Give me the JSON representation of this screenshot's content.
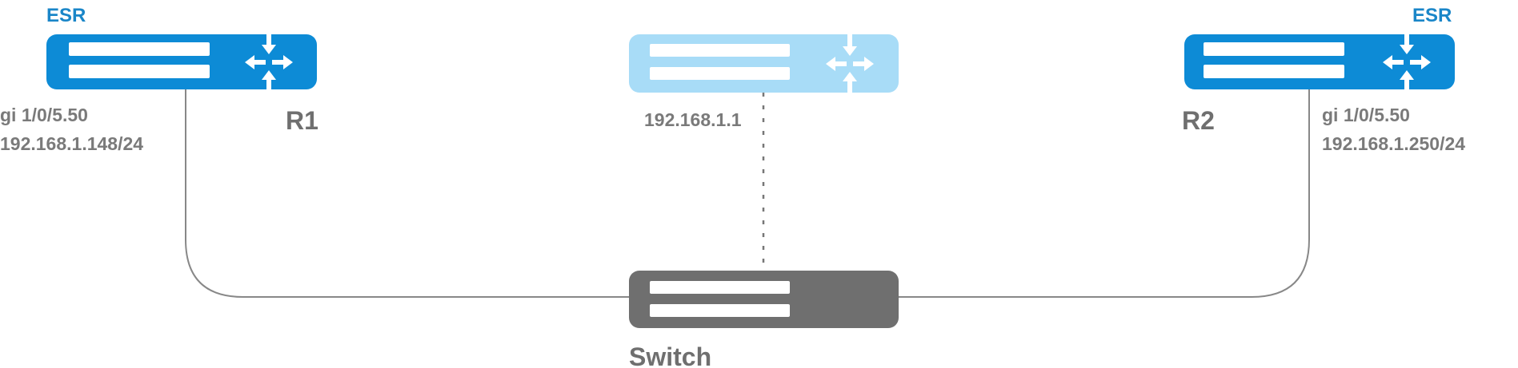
{
  "routers": [
    {
      "id": "r1",
      "brand": "ESR",
      "name": "R1",
      "interface": "gi 1/0/5.50",
      "ip": "192.168.1.148/24",
      "color": "#0d8bd6"
    },
    {
      "id": "r2",
      "brand": "ESR",
      "name": "R2",
      "interface": "gi 1/0/5.50",
      "ip": "192.168.1.250/24",
      "color": "#0d8bd6"
    }
  ],
  "virtual_router": {
    "ip": "192.168.1.1",
    "color": "#a8dcf7"
  },
  "switch": {
    "name": "Switch",
    "color": "#6f6f6f"
  },
  "colors": {
    "link_line": "#888888",
    "dotted_line": "#777777"
  }
}
